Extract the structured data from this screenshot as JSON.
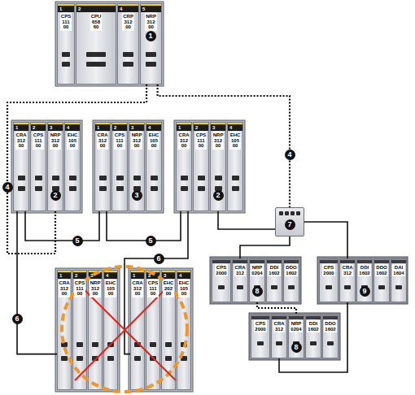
{
  "diagram": {
    "nodes": [
      {
        "text": [
          "1",
          "CPS 111 00"
        ]
      },
      {
        "text": [
          "2",
          "CPU 658 60"
        ]
      },
      {
        "text": [
          "4",
          "CRP 312 00"
        ]
      },
      {
        "text": [
          "5",
          "NRP 312 00"
        ]
      },
      {
        "text": [
          "1",
          "CRA 312 00"
        ]
      },
      {
        "text": [
          "2",
          "CPS 111 00"
        ]
      },
      {
        "text": [
          "3",
          "NRP 312 00"
        ]
      },
      {
        "text": [
          "4",
          "EHC 105 00"
        ]
      },
      {
        "text": [
          "1",
          "CRA 312 00"
        ]
      },
      {
        "text": [
          "2",
          "CPS 111 00"
        ]
      },
      {
        "text": [
          "3",
          "NRP 312 00"
        ]
      },
      {
        "text": [
          "4",
          "EHC 105 00"
        ]
      },
      {
        "text": [
          "1",
          "CRA 312 00"
        ]
      },
      {
        "text": [
          "2",
          "CPS 111 00"
        ]
      },
      {
        "text": [
          "3",
          "NRP 312 00"
        ]
      },
      {
        "text": [
          "4",
          "EHC 105 00"
        ]
      },
      {
        "text": [
          "7"
        ]
      },
      {
        "text": [
          "1",
          "CRA 312 00"
        ]
      },
      {
        "text": [
          "2",
          "CPS 111 00"
        ]
      },
      {
        "text": [
          "3",
          "NRP 312 00"
        ]
      },
      {
        "text": [
          "4",
          "EHC 105 00"
        ]
      },
      {
        "text": [
          "1",
          "CRA 312 00"
        ]
      },
      {
        "text": [
          "2",
          "CPS 111 00"
        ]
      },
      {
        "text": [
          "3",
          "EHC 202 00"
        ]
      },
      {
        "text": [
          "4",
          "EHC 105 00"
        ]
      },
      {
        "text": [
          "CPS 2000"
        ]
      },
      {
        "text": [
          "CRA 312"
        ]
      },
      {
        "text": [
          "NRP 0204"
        ]
      },
      {
        "text": [
          "DDI 1602"
        ]
      },
      {
        "text": [
          "DDO 1602"
        ]
      },
      {
        "text": [
          "CPS 2000"
        ]
      },
      {
        "text": [
          "CRA 312"
        ]
      },
      {
        "text": [
          "DDI 1602"
        ]
      },
      {
        "text": [
          "DDO 1602"
        ]
      },
      {
        "text": [
          "DAI 1604"
        ]
      },
      {
        "text": [
          "CPS 2000"
        ]
      },
      {
        "text": [
          "CRA 312"
        ]
      },
      {
        "text": [
          "NRP 0204"
        ]
      },
      {
        "text": [
          "DDI 1602"
        ]
      },
      {
        "text": [
          "DDO 1602"
        ]
      }
    ],
    "edges": [
      {
        "from": 3,
        "to": 6,
        "arrow": "none"
      },
      {
        "from": 3,
        "to": 16,
        "arrow": "none"
      },
      {
        "from": 4,
        "to": 8,
        "arrow": "none"
      },
      {
        "from": 8,
        "to": 12,
        "arrow": "none"
      },
      {
        "from": 4,
        "to": 17,
        "arrow": "none"
      },
      {
        "from": 12,
        "to": 21,
        "arrow": "none"
      },
      {
        "from": 14,
        "to": 16,
        "arrow": "none"
      },
      {
        "from": 16,
        "to": 26,
        "arrow": "none"
      },
      {
        "from": 16,
        "to": 31,
        "arrow": "none"
      },
      {
        "from": 27,
        "to": 37,
        "arrow": "none"
      },
      {
        "from": 31,
        "to": 36,
        "arrow": "none"
      }
    ],
    "labels": [
      "1",
      "2",
      "3",
      "2",
      "4",
      "4",
      "5",
      "5",
      "6",
      "6",
      "8",
      "8",
      "9"
    ]
  }
}
